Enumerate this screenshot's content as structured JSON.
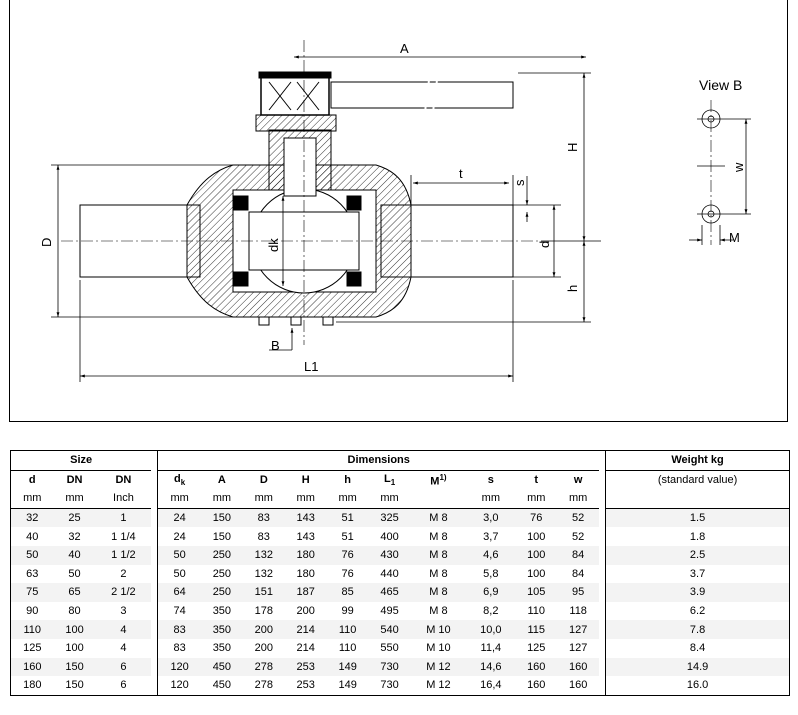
{
  "drawing": {
    "labels": {
      "A": "A",
      "H": "H",
      "h": "h",
      "t": "t",
      "s": "s",
      "d": "d",
      "D": "D",
      "dk": "dk",
      "B": "B",
      "L1": "L1",
      "view_b": "View B",
      "w": "w",
      "M": "M"
    }
  },
  "table": {
    "group_headers": {
      "size": "Size",
      "dimensions": "Dimensions",
      "weight": "Weight kg"
    },
    "column_headers": [
      "d",
      "DN",
      "DN",
      "d",
      "A",
      "D",
      "H",
      "h",
      "L",
      "M",
      "s",
      "t",
      "w"
    ],
    "header_marks": {
      "dk_sub": "k",
      "l1_sub": "1",
      "m_sup": "1)"
    },
    "weight_note": "(standard value)",
    "units": [
      "mm",
      "mm",
      "Inch",
      "mm",
      "mm",
      "mm",
      "mm",
      "mm",
      "mm",
      "",
      "mm",
      "mm",
      "mm"
    ],
    "rows": [
      [
        "32",
        "25",
        "1",
        "24",
        "150",
        "83",
        "143",
        "51",
        "325",
        "M  8",
        "3,0",
        "76",
        "52",
        "1.5"
      ],
      [
        "40",
        "32",
        "1 1/4",
        "24",
        "150",
        "83",
        "143",
        "51",
        "400",
        "M  8",
        "3,7",
        "100",
        "52",
        "1.8"
      ],
      [
        "50",
        "40",
        "1 1/2",
        "50",
        "250",
        "132",
        "180",
        "76",
        "430",
        "M  8",
        "4,6",
        "100",
        "84",
        "2.5"
      ],
      [
        "63",
        "50",
        "2",
        "50",
        "250",
        "132",
        "180",
        "76",
        "440",
        "M  8",
        "5,8",
        "100",
        "84",
        "3.7"
      ],
      [
        "75",
        "65",
        "2 1/2",
        "64",
        "250",
        "151",
        "187",
        "85",
        "465",
        "M  8",
        "6,9",
        "105",
        "95",
        "3.9"
      ],
      [
        "90",
        "80",
        "3",
        "74",
        "350",
        "178",
        "200",
        "99",
        "495",
        "M  8",
        "8,2",
        "110",
        "118",
        "6.2"
      ],
      [
        "110",
        "100",
        "4",
        "83",
        "350",
        "200",
        "214",
        "110",
        "540",
        "M 10",
        "10,0",
        "115",
        "127",
        "7.8"
      ],
      [
        "125",
        "100",
        "4",
        "83",
        "350",
        "200",
        "214",
        "110",
        "550",
        "M 10",
        "11,4",
        "125",
        "127",
        "8.4"
      ],
      [
        "160",
        "150",
        "6",
        "120",
        "450",
        "278",
        "253",
        "149",
        "730",
        "M 12",
        "14,6",
        "160",
        "160",
        "14.9"
      ],
      [
        "180",
        "150",
        "6",
        "120",
        "450",
        "278",
        "253",
        "149",
        "730",
        "M 12",
        "16,4",
        "160",
        "160",
        "16.0"
      ]
    ]
  }
}
